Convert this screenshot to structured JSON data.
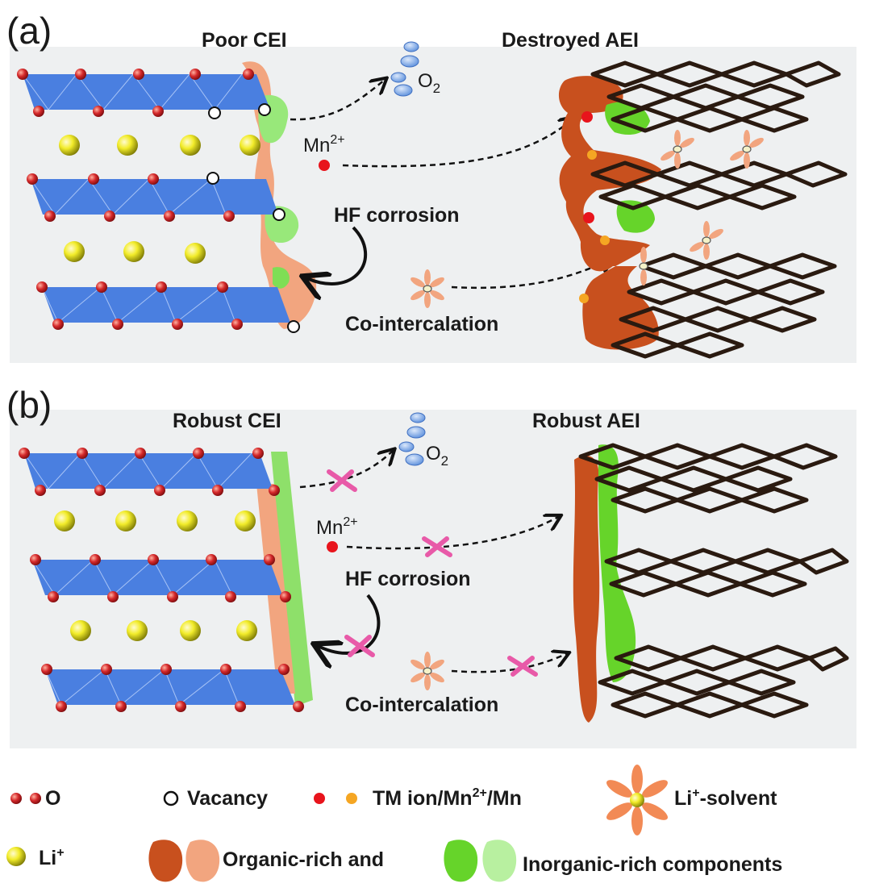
{
  "panel_a": {
    "tag": "(a)",
    "cei_label": "Poor CEI",
    "aei_label": "Destroyed AEI",
    "o2_main": "O",
    "o2_sub": "2",
    "mn_main": "Mn",
    "mn_sup": "2+",
    "hf_label": "HF corrosion",
    "cointer_label": "Co-intercalation"
  },
  "panel_b": {
    "tag": "(b)",
    "cei_label": "Robust CEI",
    "aei_label": "Robust AEI",
    "o2_main": "O",
    "o2_sub": "2",
    "mn_main": "Mn",
    "mn_sup": "2+",
    "hf_label": "HF corrosion",
    "cointer_label": "Co-intercalation"
  },
  "legend": {
    "o": "O",
    "vacancy": "Vacancy",
    "tm_a": "TM ion/Mn",
    "tm_sup": "2+",
    "tm_b": "/Mn",
    "li_solvent_main": "Li",
    "li_solvent_sup": "+",
    "li_solvent_rest": "-solvent",
    "li_main": "Li",
    "li_sup": "+",
    "organic": "Organic-rich and",
    "inorganic": "Inorganic-rich components"
  },
  "colors": {
    "panel_bg": "#eef0f1",
    "layer_blue": "#4a7fe0",
    "oxygen_red": "#c0262a",
    "lithium_yellow": "#e6e21e",
    "mn_red": "#e8141c",
    "tm_orange": "#f5a623",
    "organic_dark": "#c8501e",
    "organic_light": "#f2a57f",
    "inorganic_dark": "#66d42a",
    "inorganic_light": "#b8f0a0",
    "graphite": "#2a1a10",
    "block_pink": "#e85aa8",
    "o2_blue": "#6fa0e0"
  }
}
